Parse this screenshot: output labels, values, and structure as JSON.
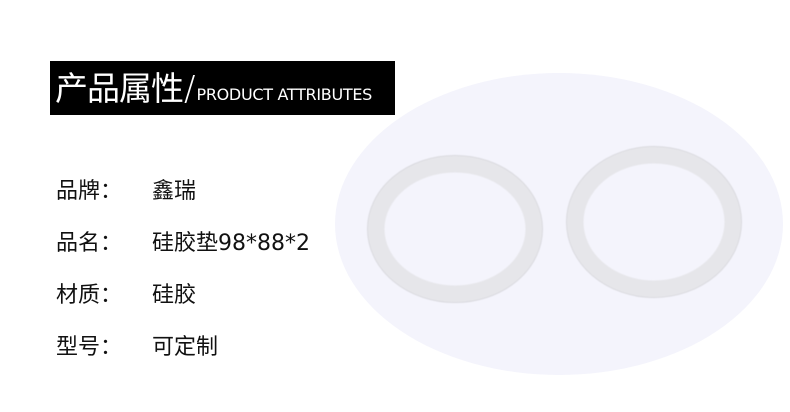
{
  "header": {
    "title_cn": "产品属性",
    "separator": "/",
    "title_en": "PRODUCT ATTRIBUTES"
  },
  "attributes": [
    {
      "label": "品牌：",
      "value": "鑫瑞"
    },
    {
      "label": "品名：",
      "value": "硅胶垫98*88*2"
    },
    {
      "label": "材质：",
      "value": "硅胶"
    },
    {
      "label": "型号：",
      "value": "可定制"
    }
  ],
  "image": {
    "subject": "two-silicone-ring-gaskets",
    "background_color": "#f4f4fc",
    "ring_color": "#e8e8ec"
  }
}
